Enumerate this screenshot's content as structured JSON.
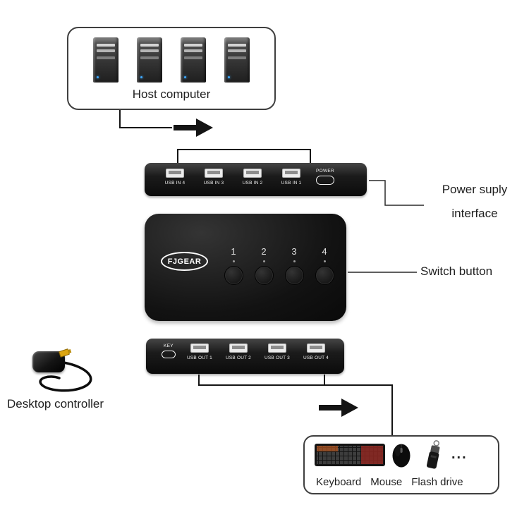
{
  "host_box": {
    "label": "Host computer"
  },
  "usb_in_panel": {
    "ports": [
      {
        "label": "USB IN 4"
      },
      {
        "label": "USB IN 3"
      },
      {
        "label": "USB IN 2"
      },
      {
        "label": "USB IN 1"
      }
    ],
    "power_label": "POWER"
  },
  "device": {
    "brand": "FJGEAR",
    "channels": [
      {
        "number": "1"
      },
      {
        "number": "2"
      },
      {
        "number": "3"
      },
      {
        "number": "4"
      }
    ]
  },
  "usb_out_panel": {
    "key_label": "KEY",
    "ports": [
      {
        "label": "USB OUT 1"
      },
      {
        "label": "USB OUT 2"
      },
      {
        "label": "USB OUT 3"
      },
      {
        "label": "USB OUT 4"
      }
    ]
  },
  "annotations": {
    "power_supply_line1": "Power suply",
    "power_supply_line2": "interface",
    "switch_button": "Switch button",
    "desktop_controller": "Desktop controller"
  },
  "peripherals_box": {
    "items": [
      {
        "label": "Keyboard"
      },
      {
        "label": "Mouse"
      },
      {
        "label": "Flash drive"
      }
    ],
    "ellipsis": "..."
  },
  "colors": {
    "device_black": "#121212",
    "label_text": "#1f1f1f",
    "connector_gold": "#dca511",
    "led_blue": "#3fa9ff",
    "port_white": "#ececec"
  }
}
